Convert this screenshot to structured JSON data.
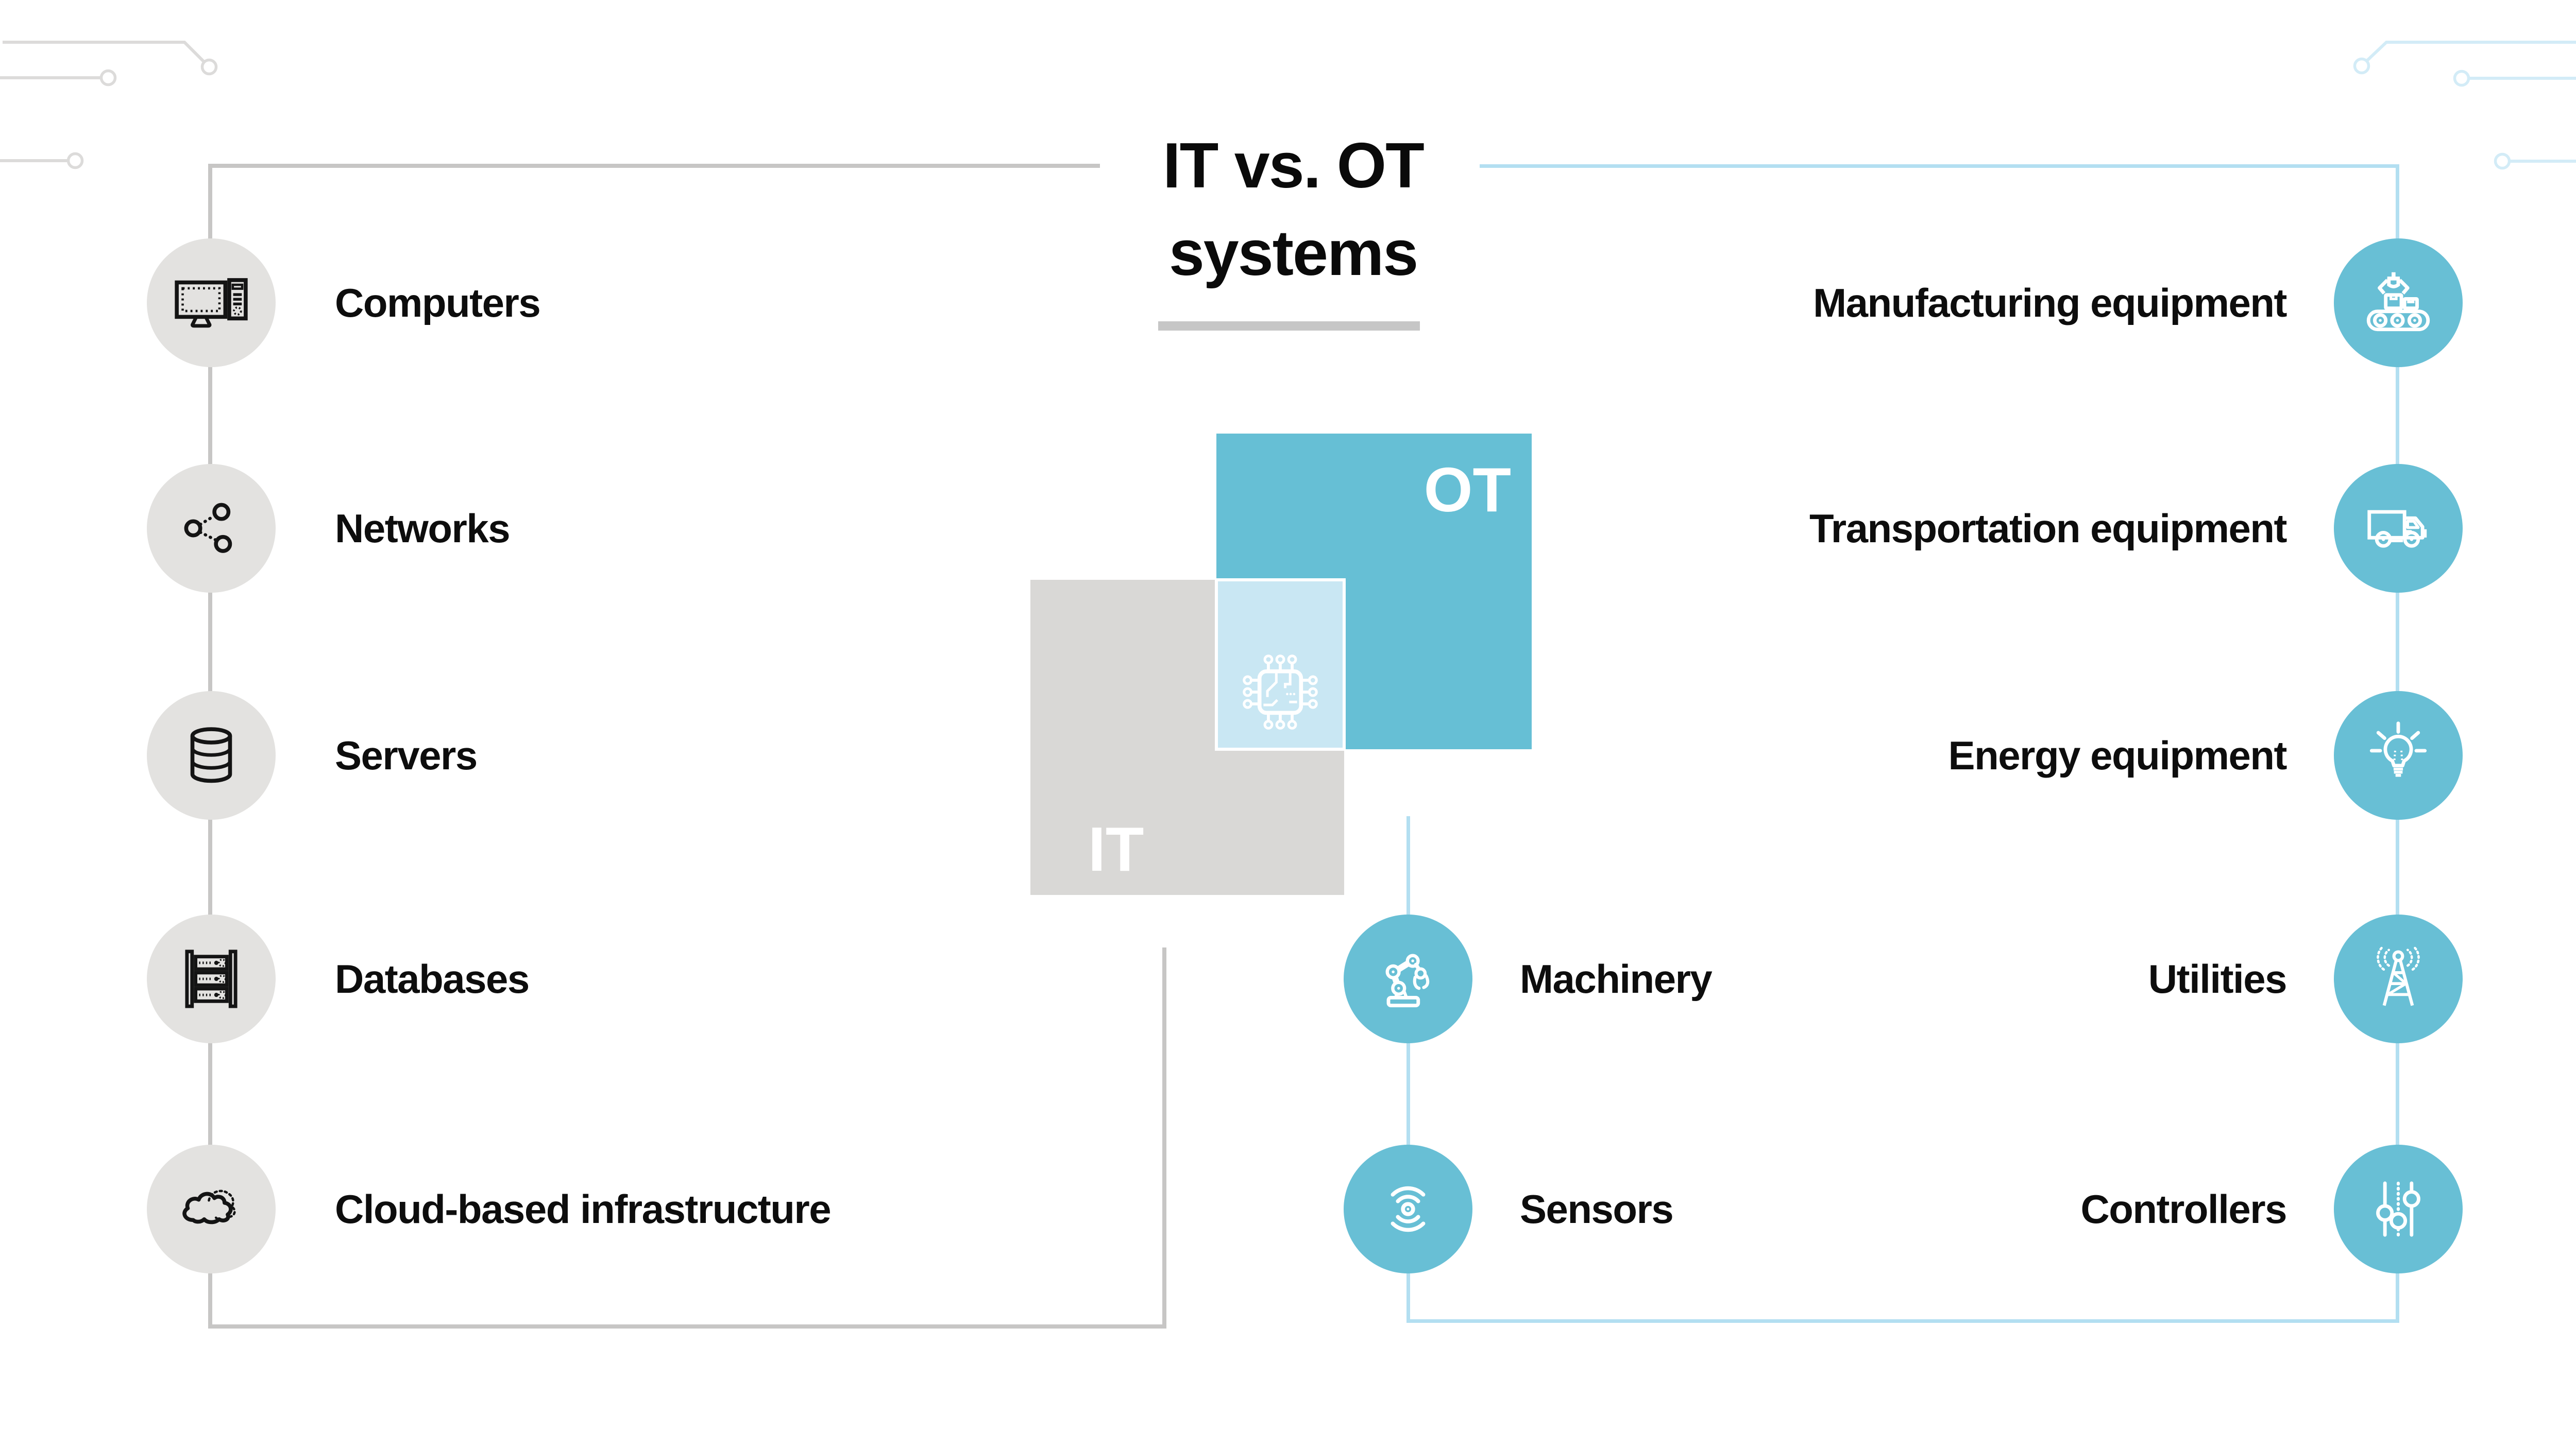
{
  "title": {
    "line1": "IT vs. OT",
    "line2": "systems"
  },
  "center_overlap": {
    "it_label": "IT",
    "ot_label": "OT",
    "icon": "microchip-icon"
  },
  "it_side": {
    "items": [
      {
        "label": "Computers",
        "icon": "desktop-computer-icon"
      },
      {
        "label": "Networks",
        "icon": "network-nodes-icon"
      },
      {
        "label": "Servers",
        "icon": "database-cylinder-icon"
      },
      {
        "label": "Databases",
        "icon": "server-rack-icon"
      },
      {
        "label": "Cloud-based infrastructure",
        "icon": "cloud-icon"
      }
    ]
  },
  "ot_side": {
    "items": [
      {
        "label": "Manufacturing equipment",
        "icon": "conveyor-robot-icon"
      },
      {
        "label": "Transportation equipment",
        "icon": "truck-icon"
      },
      {
        "label": "Energy equipment",
        "icon": "lightbulb-icon"
      },
      {
        "label": "Utilities",
        "icon": "radio-tower-icon"
      },
      {
        "label": "Controllers",
        "icon": "sliders-icon"
      }
    ]
  },
  "ot_middle": {
    "items": [
      {
        "label": "Machinery",
        "icon": "robot-arm-icon"
      },
      {
        "label": "Sensors",
        "icon": "sensor-waves-icon"
      }
    ]
  },
  "colors": {
    "teal": "#68bfd5",
    "overlap_light_blue": "#c9e7f3",
    "light_blue_line": "#b3dff1",
    "light_blue_decor": "#d3ecf7",
    "gray_square": "#d9d8d6",
    "gray_circle": "#e3e2e0",
    "gray_line": "#c7c6c5",
    "gray_decor": "#dcdbda",
    "title_underline": "#c6c6c6",
    "text": "#0d0d0d",
    "icon_dark": "#141414",
    "icon_light": "#ffffff"
  }
}
